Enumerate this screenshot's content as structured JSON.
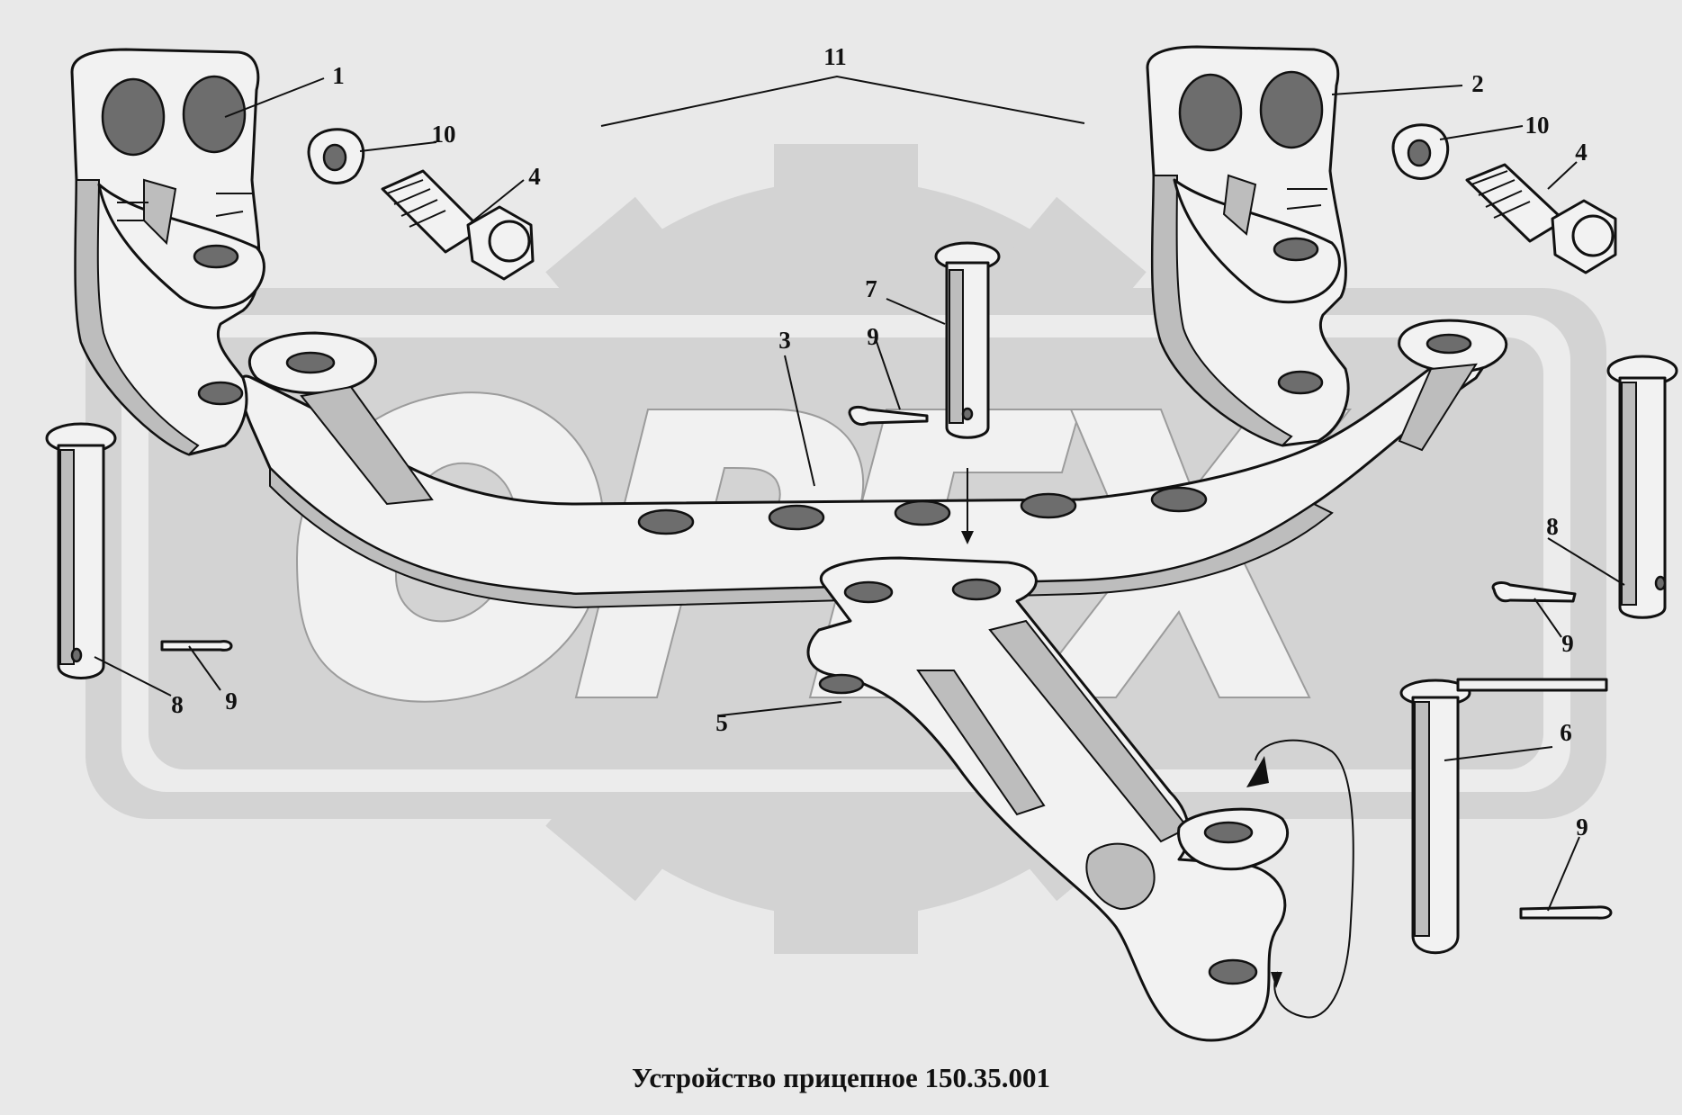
{
  "caption": "Устройство прицепное 150.35.001",
  "watermark": "OPEX",
  "colors": {
    "background": "#e9e9e9",
    "watermark": "#d3d3d3",
    "ink": "#111111"
  },
  "callouts": {
    "c1": "1",
    "c2": "2",
    "c3": "3",
    "c4a": "4",
    "c4b": "4",
    "c5": "5",
    "c6": "6",
    "c7": "7",
    "c8a": "8",
    "c8b": "8",
    "c9a": "9",
    "c9b": "9",
    "c9c": "9",
    "c9d": "9",
    "c10a": "10",
    "c10b": "10",
    "c11": "11"
  }
}
